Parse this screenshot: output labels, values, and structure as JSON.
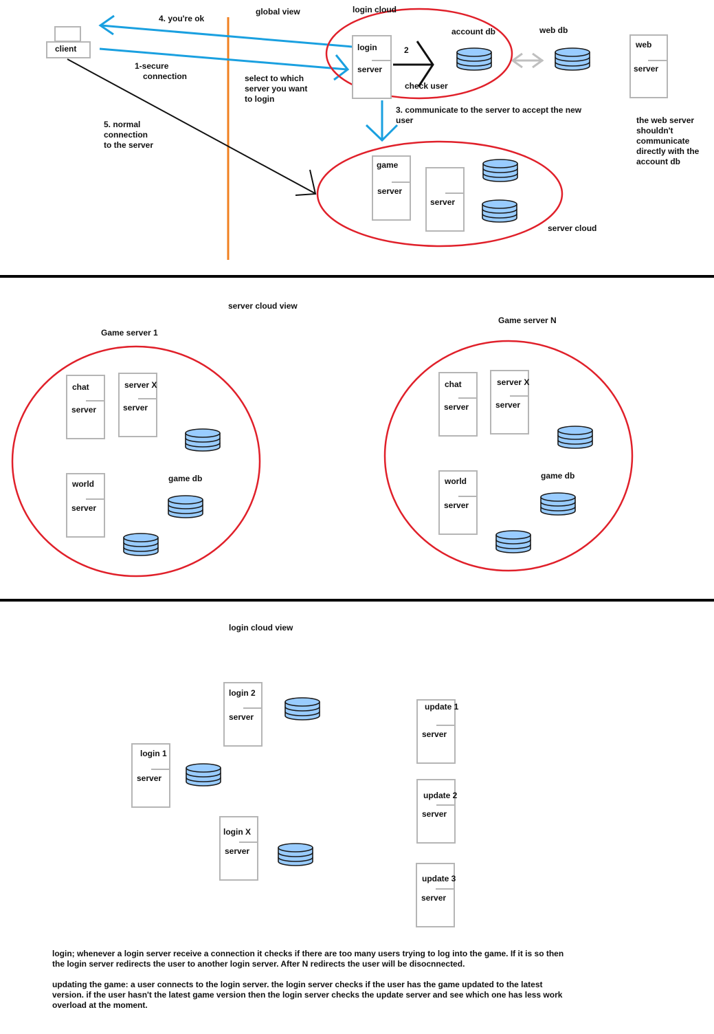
{
  "global": {
    "title": "global view",
    "client": "client",
    "step1": [
      "1-secure",
      "connection"
    ],
    "step2": "2",
    "step3": [
      "3. communicate to the server to accept the new",
      "user"
    ],
    "step4": "4. you're ok",
    "step5": [
      "5. normal",
      "connection",
      "to the server"
    ],
    "select_note": [
      "select to which",
      "server you want",
      "to login"
    ],
    "check_user": "check user",
    "login_cloud": "login cloud",
    "login_server": [
      "login",
      "server"
    ],
    "account_db": "account db",
    "web_db": "web db",
    "web_server": [
      "web",
      "server"
    ],
    "web_note": [
      "the web server",
      "shouldn't",
      "communicate",
      "directly with the",
      "account db"
    ],
    "server_cloud": "server cloud",
    "game_server": [
      "game",
      "server"
    ],
    "server2": "server"
  },
  "server_cloud_view": {
    "title": "server cloud view",
    "game_server_1": "Game server 1",
    "game_server_n": "Game server N",
    "chat": [
      "chat",
      "server"
    ],
    "server_x": [
      "server X",
      "server"
    ],
    "world": [
      "world",
      "server"
    ],
    "game_db": "game db"
  },
  "login_cloud_view": {
    "title": "login cloud view",
    "login1": [
      "login 1",
      "server"
    ],
    "login2": [
      "login 2",
      "server"
    ],
    "loginx": [
      "login X",
      "server"
    ],
    "update1": [
      "update 1",
      "server"
    ],
    "update2": [
      "update 2",
      "server"
    ],
    "update3": [
      "update 3",
      "server"
    ]
  },
  "notes": {
    "login_para": "login; whenever a login server receive a connection it checks if there are too many users trying to log into the game. If it is so then the login server redirects the user to another login server. After N redirects the user will be disocnnected.",
    "update_para": "updating the game: a user connects to the login server. the login server checks if the user has the game updated to the latest version. if the user hasn't the latest game version then the login server checks the update server and see which one has less work overload at the moment."
  },
  "colors": {
    "blue_arrow": "#1aa0e0",
    "red_cloud": "#e0202a",
    "orange_divider": "#f08020",
    "db_fill": "#99ccff",
    "db_stroke": "#1a1a1a",
    "box_stroke": "#b5b5b5"
  }
}
